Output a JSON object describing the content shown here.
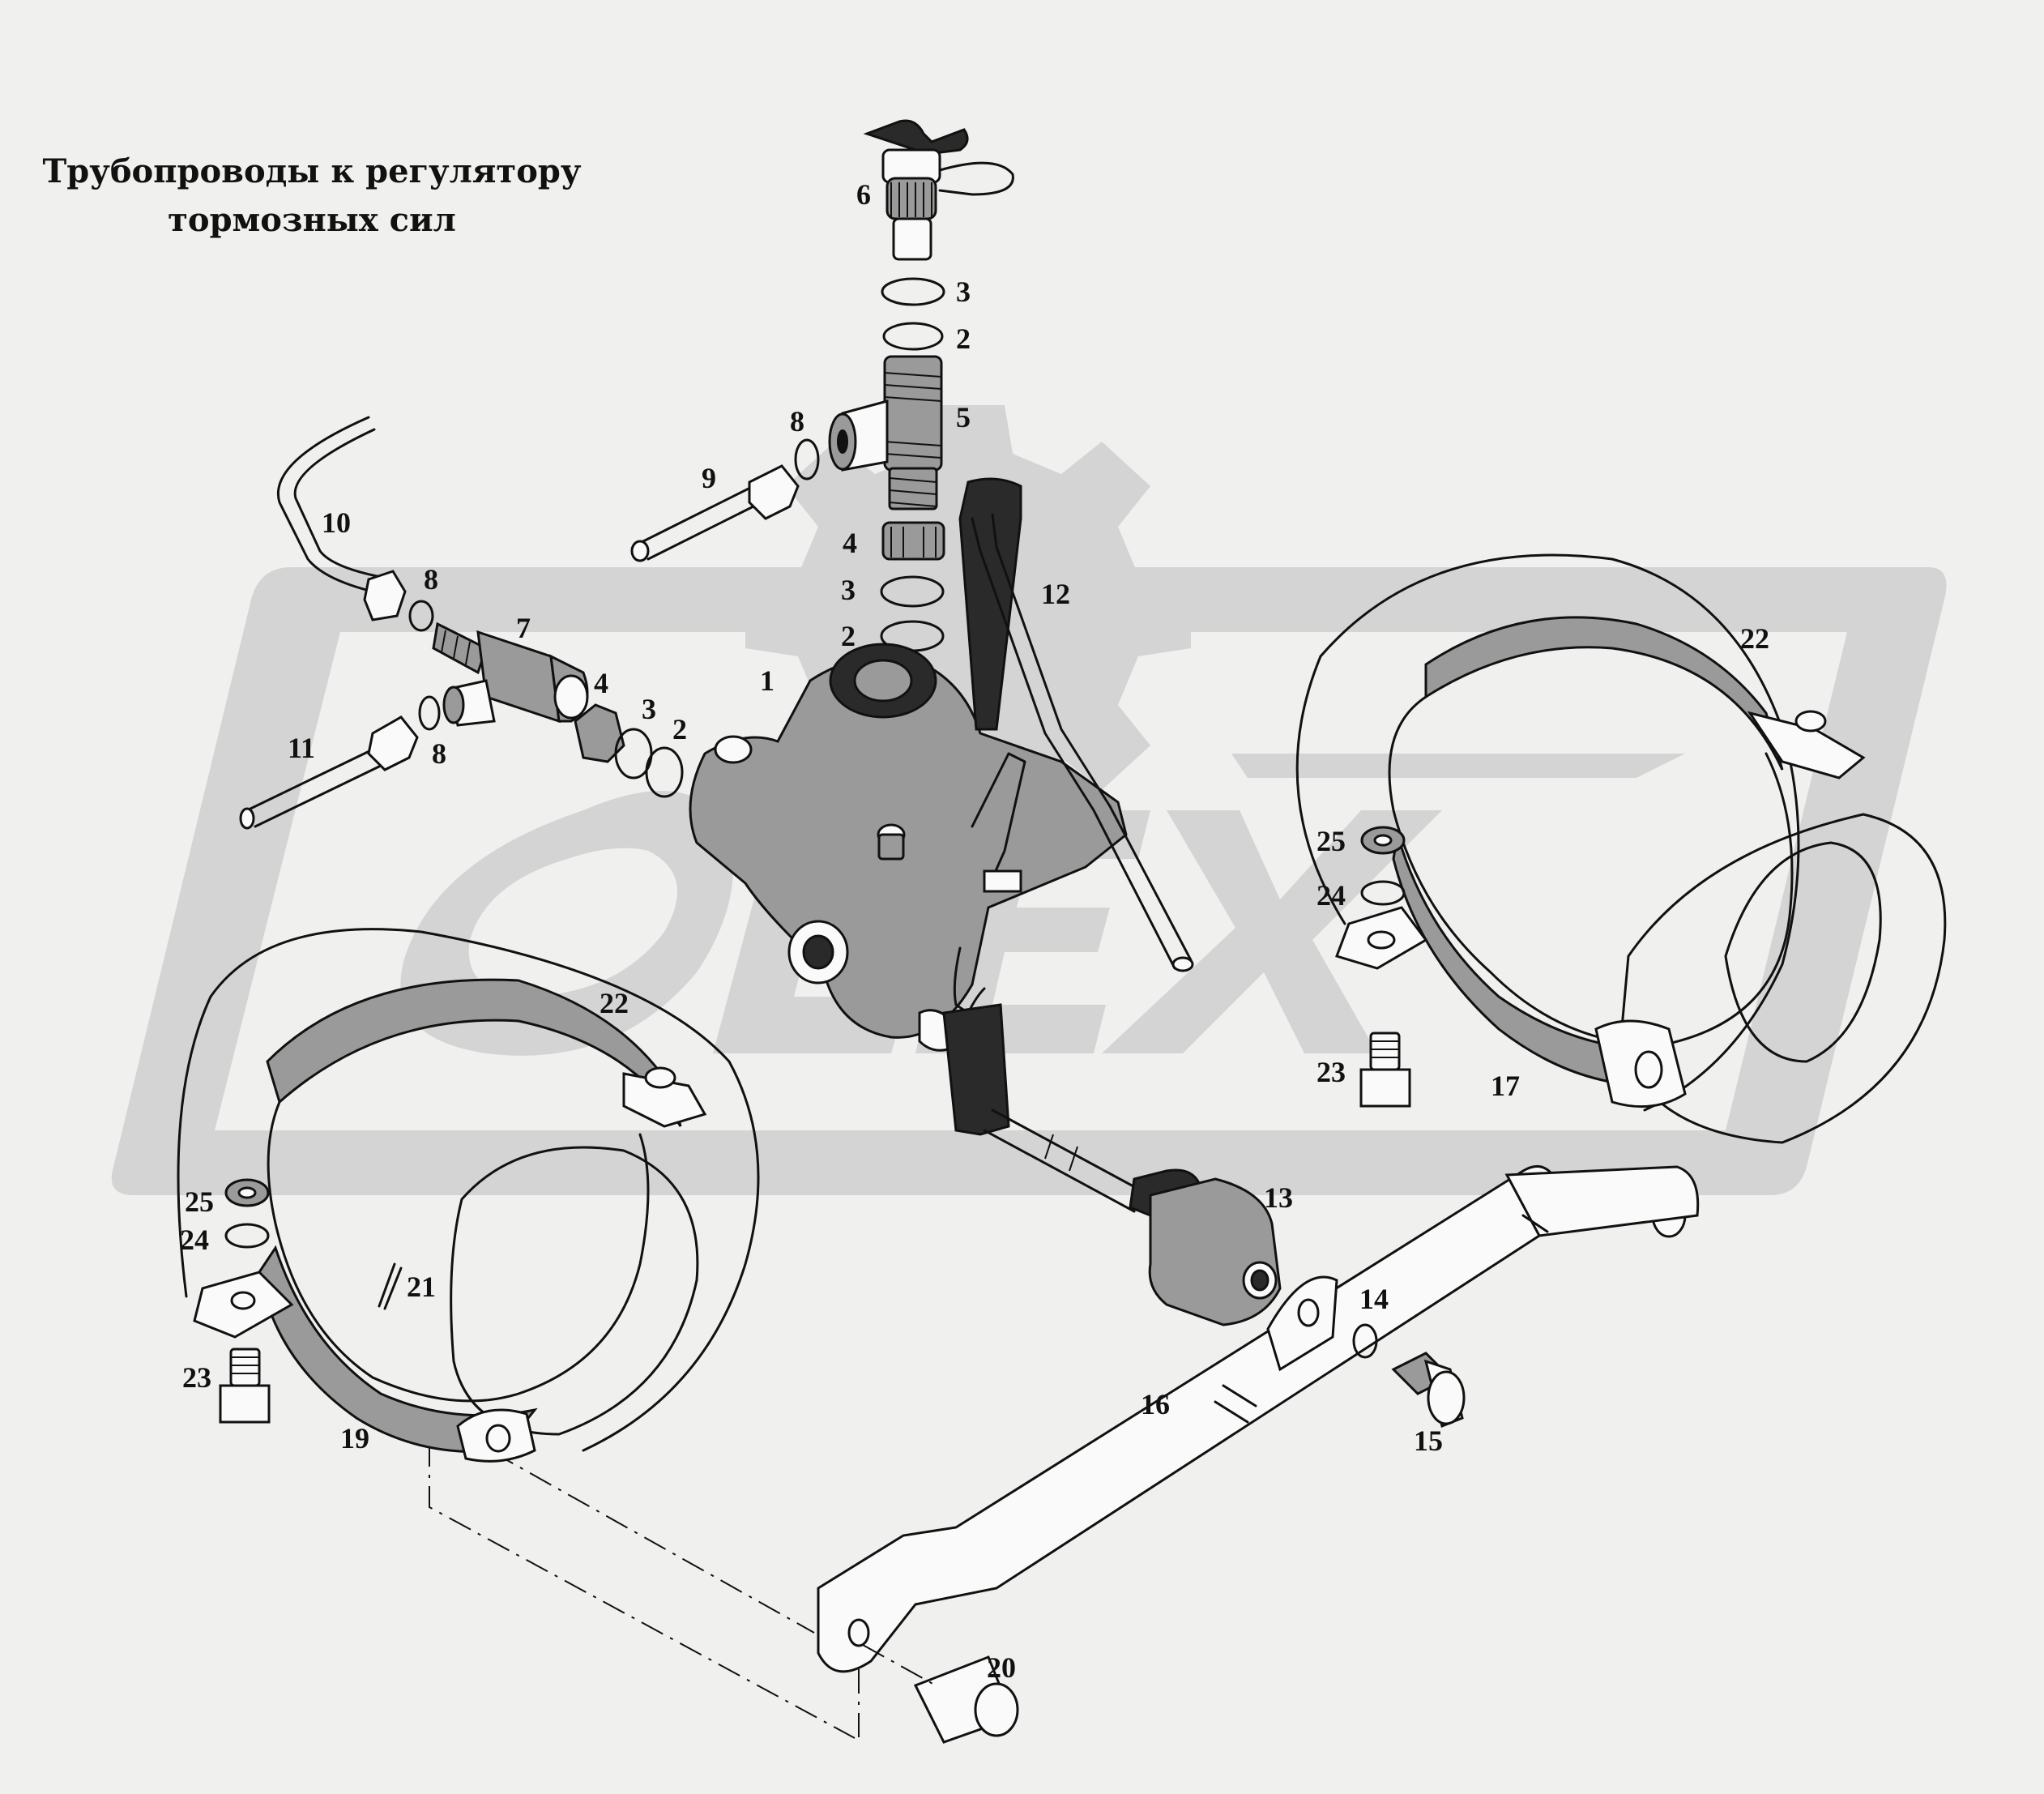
{
  "title": {
    "line1": "Трубопроводы к регулятору",
    "line2": "тормозных сил"
  },
  "watermark": {
    "text": "OLEX",
    "color": "#d2d2d2"
  },
  "callouts": [
    {
      "id": "c1",
      "text": "1"
    },
    {
      "id": "c2a",
      "text": "2"
    },
    {
      "id": "c2b",
      "text": "2"
    },
    {
      "id": "c2c",
      "text": "2"
    },
    {
      "id": "c3a",
      "text": "3"
    },
    {
      "id": "c3b",
      "text": "3"
    },
    {
      "id": "c3c",
      "text": "3"
    },
    {
      "id": "c4a",
      "text": "4"
    },
    {
      "id": "c4b",
      "text": "4"
    },
    {
      "id": "c5",
      "text": "5"
    },
    {
      "id": "c6",
      "text": "6"
    },
    {
      "id": "c7",
      "text": "7"
    },
    {
      "id": "c8a",
      "text": "8"
    },
    {
      "id": "c8b",
      "text": "8"
    },
    {
      "id": "c8c",
      "text": "8"
    },
    {
      "id": "c9",
      "text": "9"
    },
    {
      "id": "c10",
      "text": "10"
    },
    {
      "id": "c11",
      "text": "11"
    },
    {
      "id": "c12",
      "text": "12"
    },
    {
      "id": "c13",
      "text": "13"
    },
    {
      "id": "c14",
      "text": "14"
    },
    {
      "id": "c15",
      "text": "15"
    },
    {
      "id": "c16",
      "text": "16"
    },
    {
      "id": "c17",
      "text": "17"
    },
    {
      "id": "c19",
      "text": "19"
    },
    {
      "id": "c20",
      "text": "20"
    },
    {
      "id": "c21",
      "text": "21"
    },
    {
      "id": "c22a",
      "text": "22"
    },
    {
      "id": "c22b",
      "text": "22"
    },
    {
      "id": "c23a",
      "text": "23"
    },
    {
      "id": "c23b",
      "text": "23"
    },
    {
      "id": "c24a",
      "text": "24"
    },
    {
      "id": "c24b",
      "text": "24"
    },
    {
      "id": "c25a",
      "text": "25"
    },
    {
      "id": "c25b",
      "text": "25"
    }
  ]
}
